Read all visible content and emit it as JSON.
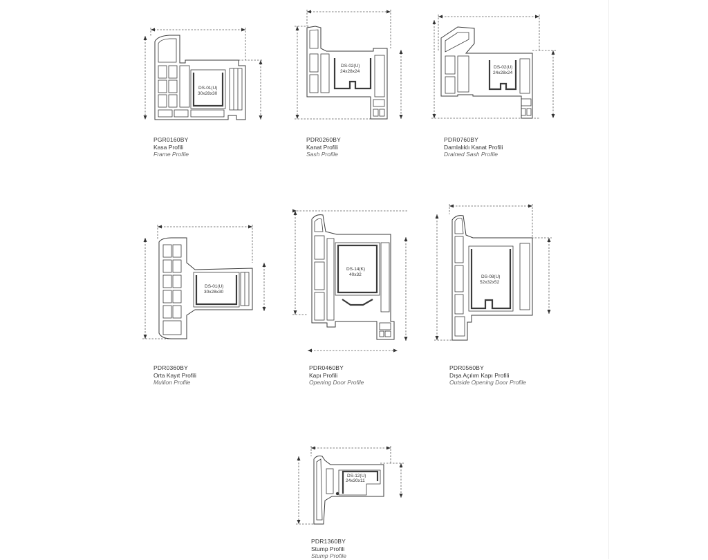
{
  "profiles": [
    {
      "code": "PGR0160BY",
      "name_tr": "Kasa Profili",
      "name_en": "Frame Profile",
      "steel": "DS-01(U)",
      "steel_size": "30x28x30"
    },
    {
      "code": "PDR0260BY",
      "name_tr": "Kanat Profili",
      "name_en": "Sash Profile",
      "steel": "DS-02(U)",
      "steel_size": "24x28x24"
    },
    {
      "code": "PDR0760BY",
      "name_tr": "Damlalıklı Kanat Profili",
      "name_en": "Drained Sash Profile",
      "steel": "DS-02(U)",
      "steel_size": "24x28x24"
    },
    {
      "code": "PDR0360BY",
      "name_tr": "Orta Kayıt Profili",
      "name_en": "Mullion Profile",
      "steel": "DS-01(U)",
      "steel_size": "30x28x30"
    },
    {
      "code": "PDR0460BY",
      "name_tr": "Kapı Profili",
      "name_en": "Opening Door Profile",
      "steel": "DS-14(K)",
      "steel_size": "40x32"
    },
    {
      "code": "PDR0560BY",
      "name_tr": "Dışa Açılım Kapı Profili",
      "name_en": "Outside Opening Door Profile",
      "steel": "DS-08(U)",
      "steel_size": "52x32x52"
    },
    {
      "code": "PDR1360BY",
      "name_tr": "Stump Profili",
      "name_en": "Stump Profile",
      "steel": "DS-12(U)",
      "steel_size": "24x30x11"
    }
  ]
}
